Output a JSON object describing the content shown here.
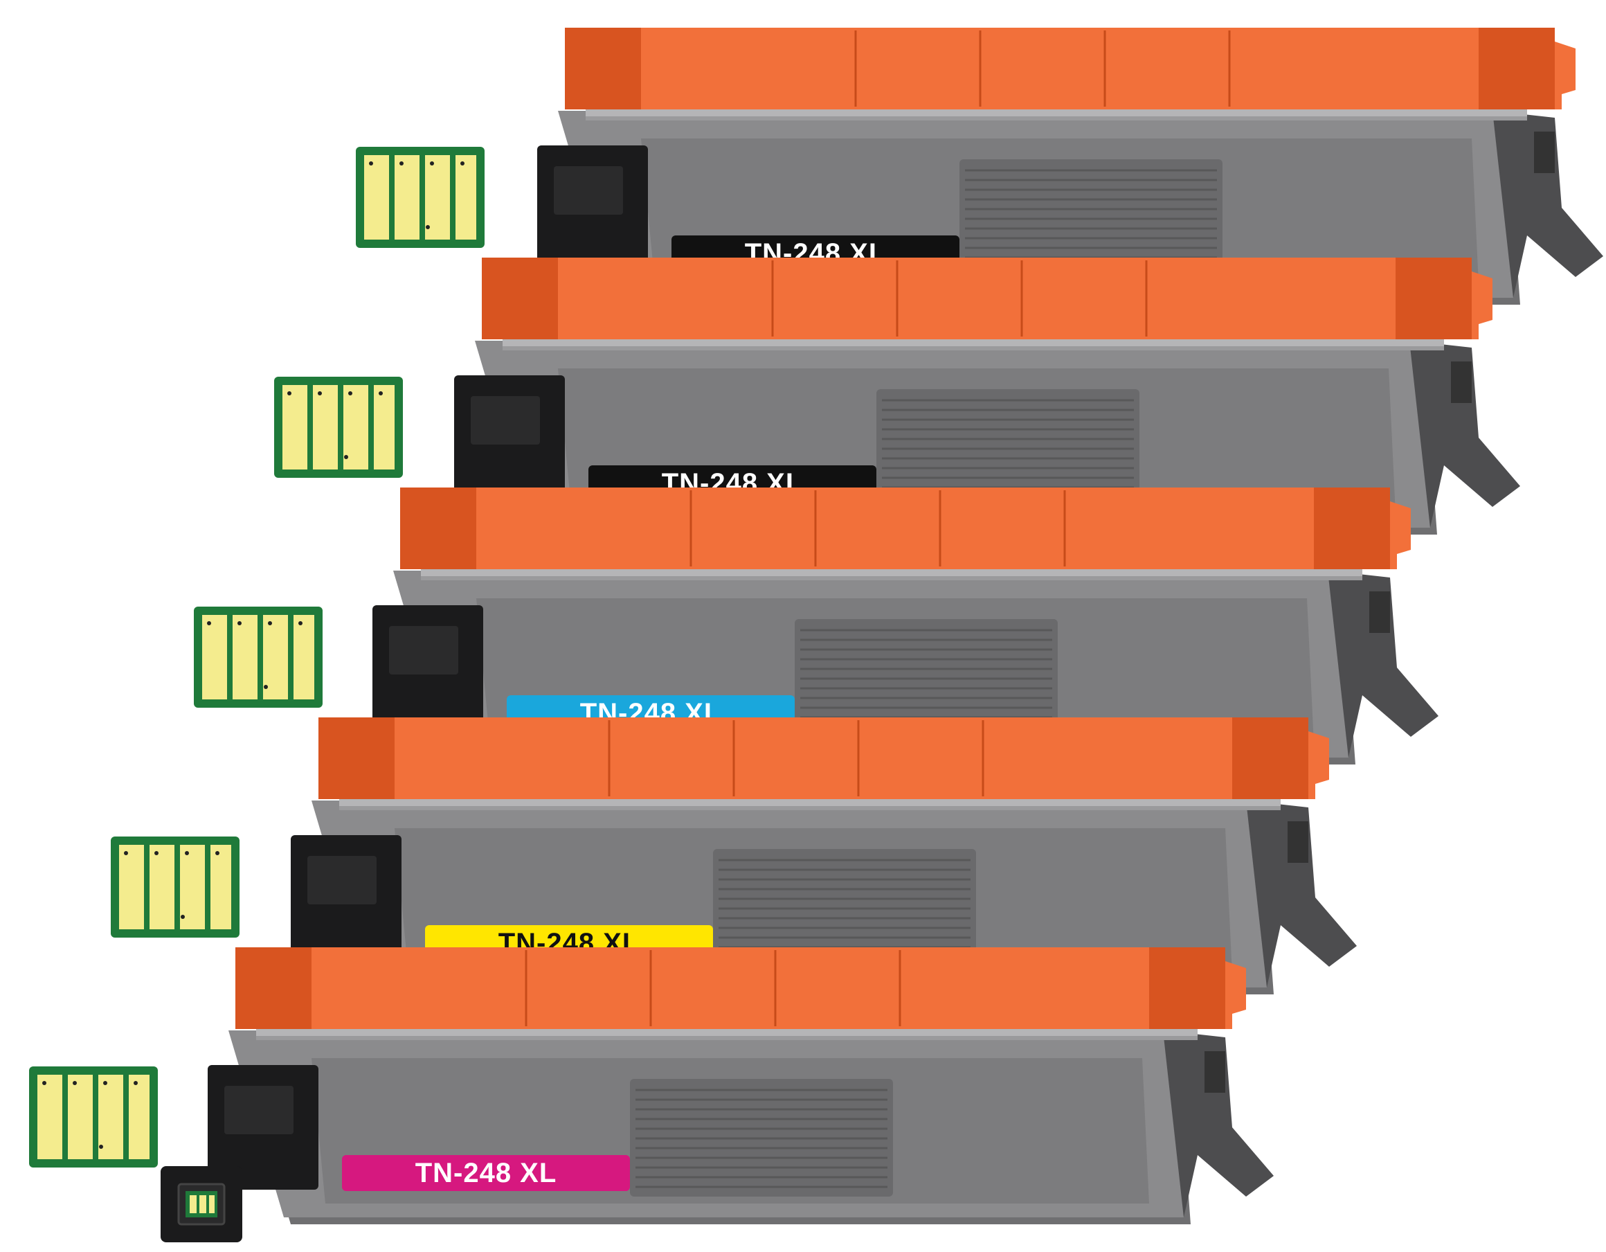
{
  "product": {
    "cartridges": [
      {
        "label": "TN-248 XL",
        "color_name": "black",
        "label_bg": "#111111",
        "label_fg": "#ffffff"
      },
      {
        "label": "TN-248 XL",
        "color_name": "black",
        "label_bg": "#111111",
        "label_fg": "#ffffff"
      },
      {
        "label": "TN-248 XL",
        "color_name": "cyan",
        "label_bg": "#1aa7dc",
        "label_fg": "#ffffff"
      },
      {
        "label": "TN-248 XL",
        "color_name": "yellow",
        "label_bg": "#ffe600",
        "label_fg": "#111111"
      },
      {
        "label": "TN-248 XL",
        "color_name": "magenta",
        "label_bg": "#d6187f",
        "label_fg": "#ffffff"
      }
    ],
    "chip_count": 5
  },
  "palette": {
    "orange": "#f2703a",
    "orange_dark": "#d85420",
    "body_gray": "#8b8b8d",
    "body_dark": "#5e5e60",
    "handle_black": "#1b1b1c",
    "chip_green": "#1f7a3a",
    "chip_gold": "#f4ec8e"
  }
}
